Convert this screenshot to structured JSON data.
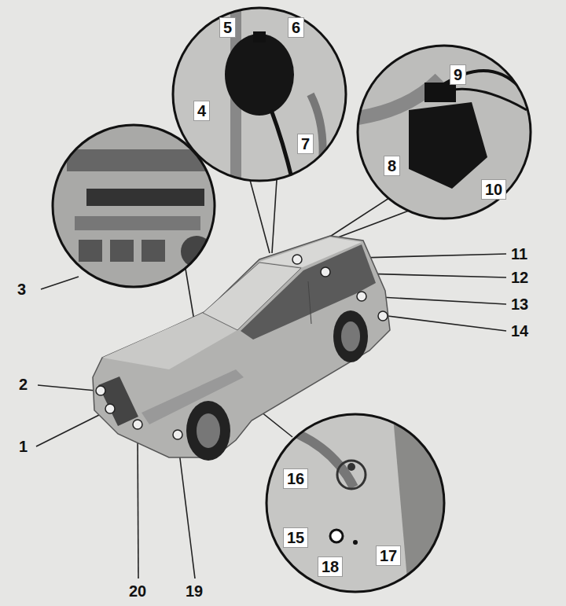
{
  "diagram": {
    "labels": [
      "5",
      "6",
      "9",
      "4",
      "8",
      "10",
      "7",
      "3",
      "11",
      "12",
      "13",
      "14",
      "2",
      "1",
      "16",
      "15",
      "18",
      "17",
      "20",
      "19"
    ]
  }
}
